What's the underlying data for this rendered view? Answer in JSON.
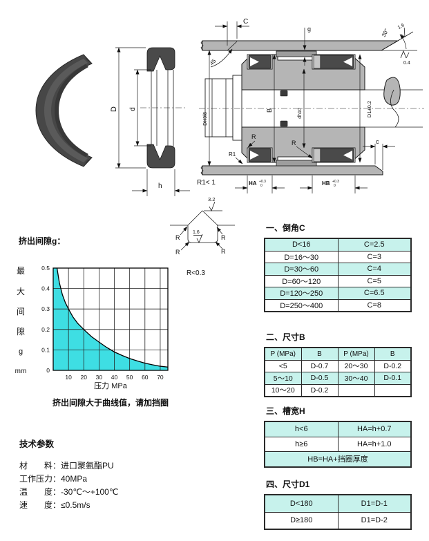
{
  "colors": {
    "table_cyan": "#C7F2EC",
    "chart_fill": "#3EDEE3",
    "metal_gray": "#B5B5B5",
    "seal_dark": "#4A4A4A"
  },
  "drawings": {
    "seal_section": {
      "dim_D": "D",
      "dim_d": "d",
      "dim_h": "h",
      "note_r1": "R1< 1"
    },
    "assembly": {
      "dim_C": "C",
      "angle_45": "45",
      "angle_30": "30°",
      "ra_chamfer": "1.6",
      "ra_bore": "0.4",
      "dim_g": "g",
      "dim_bore": "DH9f8",
      "dim_B": "B",
      "dim_rod_groove": "dh10",
      "dim_D1": "D1±0.2",
      "dim_c": "c",
      "label_R_left": "R",
      "label_R1": "R1",
      "label_R_right": "R",
      "dim_HA": "HA",
      "dim_HB": "HB",
      "tol_plus": "+0.3",
      "tol_zero": "0"
    },
    "groove_detail": {
      "ra_top": "3.2",
      "ra_bottom": "1.6",
      "label_R": "R",
      "note": "R<0.3"
    }
  },
  "chart_data": {
    "type": "area",
    "title": "挤出间隙g：",
    "ylabel_chars": [
      "最",
      "大",
      "间",
      "隙",
      "g",
      "mm"
    ],
    "xlabel": "压力 MPa",
    "caption": "挤出间隙大于曲线值，请加挡圈",
    "xlim": [
      0,
      75
    ],
    "ylim": [
      0,
      0.5
    ],
    "x_ticks": [
      10,
      20,
      30,
      40,
      50,
      60,
      70
    ],
    "y_ticks": [
      0,
      0.1,
      0.2,
      0.3,
      0.4,
      0.5
    ],
    "y_grid": [
      0.1,
      0.2,
      0.3,
      0.4
    ],
    "fill": "#3EDEE3",
    "grid": true,
    "curve": {
      "x": [
        2.5,
        4,
        6,
        8,
        10,
        13,
        16,
        20,
        25,
        30,
        35,
        40,
        45,
        50,
        55,
        60,
        65,
        70,
        75
      ],
      "y": [
        0.5,
        0.43,
        0.37,
        0.33,
        0.3,
        0.26,
        0.23,
        0.2,
        0.165,
        0.138,
        0.112,
        0.09,
        0.073,
        0.058,
        0.046,
        0.035,
        0.027,
        0.02,
        0.016
      ]
    }
  },
  "tables": {
    "t1": {
      "title": "一、倒角C",
      "cyan_rows": [
        0,
        2,
        4
      ],
      "rows": [
        [
          "D<16",
          "C=2.5"
        ],
        [
          "D=16～30",
          "C=3"
        ],
        [
          "D=30～60",
          "C=4"
        ],
        [
          "D=60～120",
          "C=5"
        ],
        [
          "D=120～250",
          "C=6.5"
        ],
        [
          "D=250～400",
          "C=8"
        ]
      ]
    },
    "t2": {
      "title": "二、尺寸B",
      "header": [
        "P (MPa)",
        "B",
        "P (MPa)",
        "B"
      ],
      "cyan_rows": [
        1
      ],
      "rows": [
        [
          "<5",
          "D-0.7",
          "20～30",
          "D-0.2"
        ],
        [
          "5～10",
          "D-0.5",
          "30～40",
          "D-0.1"
        ],
        [
          "10～20",
          "D-0.2",
          "",
          ""
        ]
      ]
    },
    "t3": {
      "title": "三、槽宽H",
      "cyan_rows": [
        0
      ],
      "rows": [
        [
          "h<6",
          "HA=h+0.7"
        ],
        [
          "h≥6",
          "HA=h+1.0"
        ]
      ],
      "merged_row": "HB=HA+挡圈厚度"
    },
    "t4": {
      "title": "四、尺寸D1",
      "cyan_rows": [
        0
      ],
      "rows": [
        [
          "D<180",
          "D1=D-1"
        ],
        [
          "D≥180",
          "D1=D-2"
        ]
      ]
    }
  },
  "tech_params": {
    "title": "技术参数",
    "lines": [
      "材　　料：进口聚氨酯PU",
      "工作压力：40MPa",
      "温　　度：-30℃～+100℃",
      "速　　度：≤0.5m/s"
    ]
  }
}
